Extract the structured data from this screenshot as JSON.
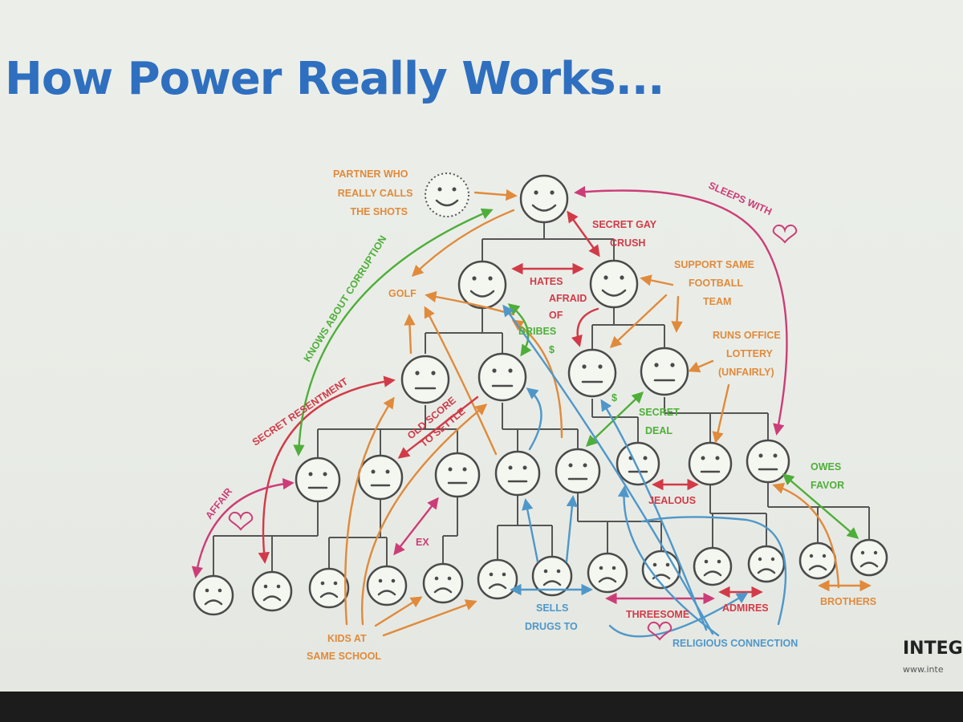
{
  "title": "How Power Really Works...",
  "labels": {
    "partner": [
      "PARTNER WHO",
      "REALLY CALLS",
      "THE SHOTS"
    ],
    "sleeps_with": "SLEEPS WITH",
    "secret_gay_crush": [
      "SECRET GAY",
      "CRUSH"
    ],
    "knows_about_corruption": "KNOWS ABOUT CORRUPTION",
    "golf": "GOLF",
    "hates": "HATES",
    "afraid_of": [
      "AFRAID",
      "OF"
    ],
    "bribes": [
      "BRIBES",
      "$"
    ],
    "support_same_team": [
      "SUPPORT SAME",
      "FOOTBALL",
      "TEAM"
    ],
    "runs_office_lottery": [
      "RUNS OFFICE",
      "LOTTERY",
      "(UNFAIRLY)"
    ],
    "secret_resentment": "SECRET RESENTMENT",
    "old_score": [
      "OLD SCORE",
      "TO SETTLE"
    ],
    "secret_deal": [
      "$",
      "SECRET",
      "DEAL"
    ],
    "owes_favor": [
      "OWES",
      "FAVOR"
    ],
    "affair": "AFFAIR",
    "jealous": "JEALOUS",
    "ex": "EX",
    "sells_drugs_to": [
      "SELLS",
      "DRUGS TO"
    ],
    "threesome": "THREESOME",
    "admires": "ADMIRES",
    "brothers": "BROTHERS",
    "kids_at_same_school": [
      "KIDS AT",
      "SAME SCHOOL"
    ],
    "religious_connection": "RELIGIOUS CONNECTION"
  },
  "logo": {
    "text": "INTEGR",
    "url": "www.inte"
  },
  "colors": {
    "title": "#2f6fc0",
    "orange": "#e08a3c",
    "red": "#d23a48",
    "magenta": "#cc3d78",
    "green": "#4fae3a",
    "blue": "#4f97c9",
    "line": "#555555"
  },
  "icons": [
    "heart-icon",
    "smiley-face",
    "neutral-face",
    "sad-face"
  ]
}
